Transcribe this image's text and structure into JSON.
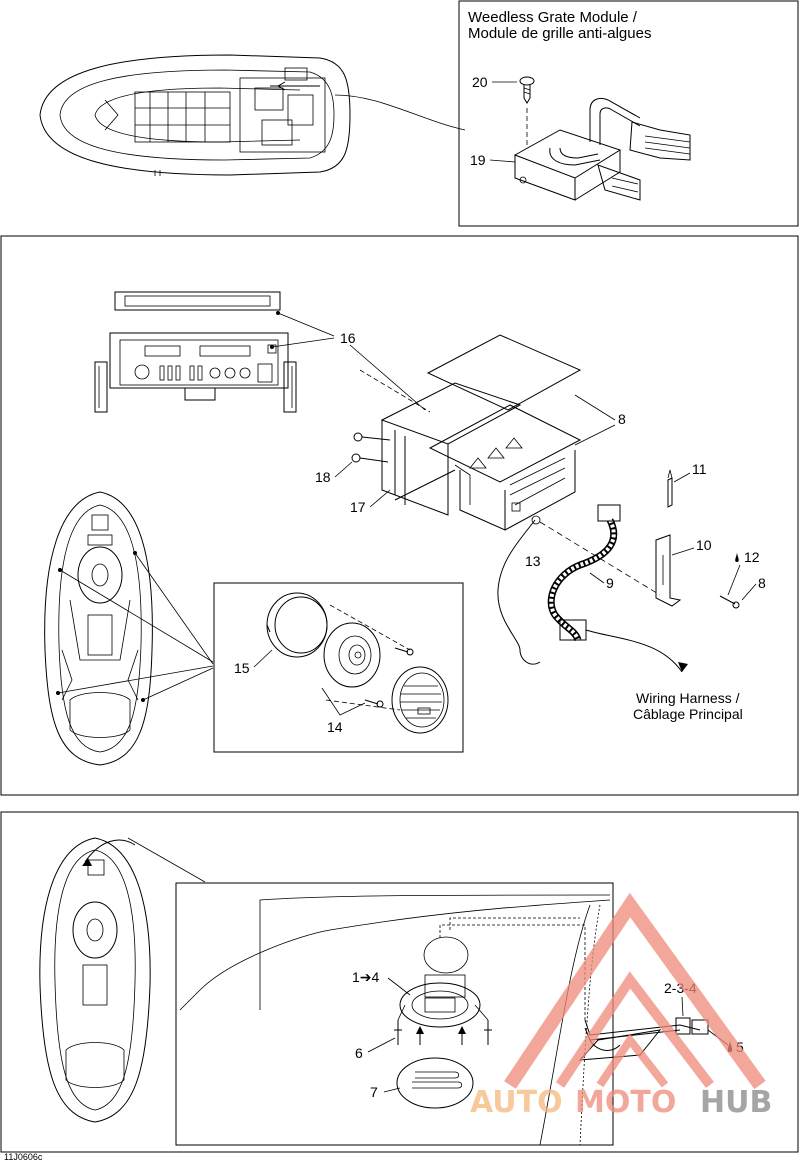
{
  "labels": {
    "weedless_title_en": "Weedless Grate Module /",
    "weedless_title_fr": "Module de grille anti-algues",
    "p20": "20",
    "p19": "19",
    "p16": "16",
    "p8a": "8",
    "p18": "18",
    "p17": "17",
    "p11": "11",
    "p10": "10",
    "p12": "12",
    "p8b": "8",
    "p13": "13",
    "p9": "9",
    "p15": "15",
    "p14": "14",
    "harness_en": "Wiring Harness /",
    "harness_fr": "Câblage Principal",
    "p1_4": "1➔4",
    "p2_3_4": "2-3-4",
    "p6": "6",
    "p5": "5",
    "p7": "7",
    "code": "11J0606c"
  },
  "watermark": {
    "part1": "AUTO",
    "part2": "MOTO",
    "part3": "HUB",
    "color_auto": "#f5b87a",
    "color_moto": "#f08a7a",
    "color_hub": "#888888"
  }
}
